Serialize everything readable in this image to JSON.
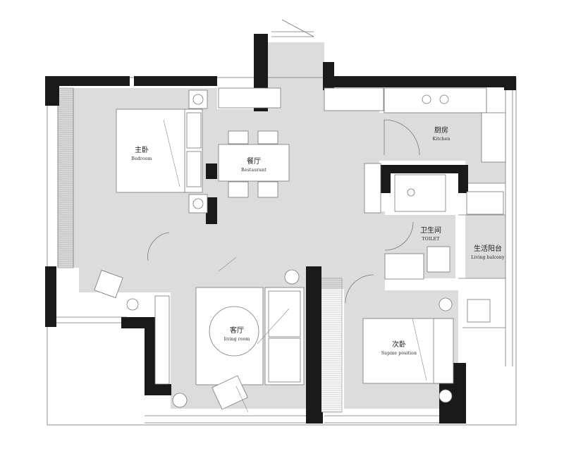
{
  "rooms": {
    "master_bedroom": {
      "zh": "主卧",
      "en": "Bedroom"
    },
    "dining": {
      "zh": "餐厅",
      "en": "Restaurant"
    },
    "kitchen": {
      "zh": "厨房",
      "en": "Kitchen"
    },
    "bathroom": {
      "zh": "卫生间",
      "en": "TOILET"
    },
    "balcony": {
      "zh": "生活阳台",
      "en": "Living balcony"
    },
    "living": {
      "zh": "客厅",
      "en": "living room"
    },
    "second_bedroom": {
      "zh": "次卧",
      "en": "Supine position"
    }
  },
  "colors": {
    "wall": "#1a1a1a",
    "floor": "#dcdcdc",
    "line": "#777777",
    "background": "#ffffff"
  }
}
